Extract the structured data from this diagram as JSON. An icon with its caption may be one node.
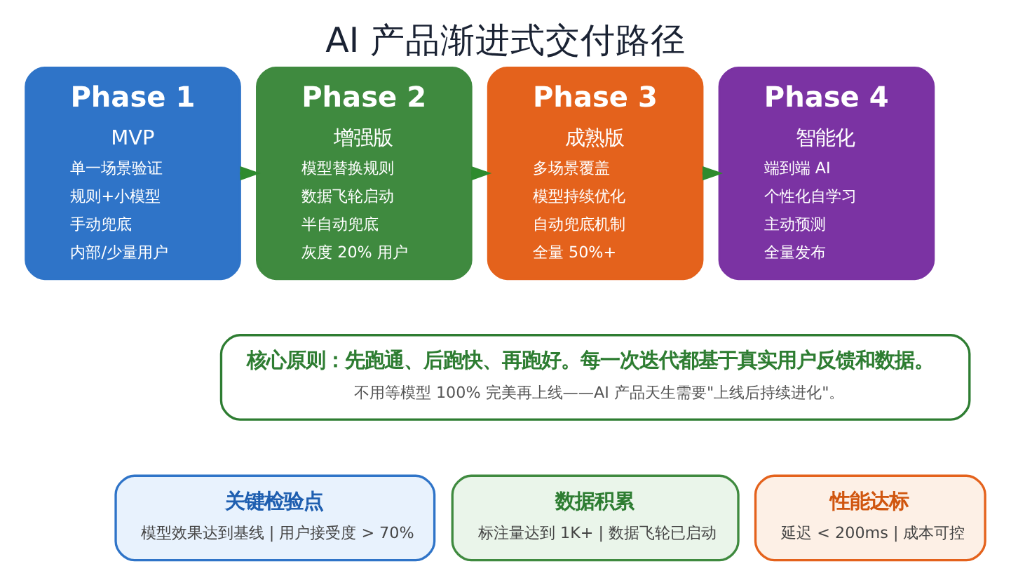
{
  "diagram": {
    "title": "AI 产品渐进式交付路径",
    "nodes": [
      {
        "text": [
          "Phase 1",
          "MVP",
          "单一场景验证",
          "规则+小模型",
          "手动兜底",
          "内部/少量用户"
        ]
      },
      {
        "text": [
          "Phase 2",
          "增强版",
          "模型替换规则",
          "数据飞轮启动",
          "半自动兜底",
          "灰度 20% 用户"
        ]
      },
      {
        "text": [
          "Phase 3",
          "成熟版",
          "多场景覆盖",
          "模型持续优化",
          "自动兜底机制",
          "全量 50%+"
        ]
      },
      {
        "text": [
          "Phase 4",
          "智能化",
          "端到端 AI",
          "个性化自学习",
          "主动预测",
          "全量发布"
        ]
      },
      {
        "text": [
          "核心原则：先跑通、后跑快、再跑好。每一次迭代都基于真实用户反馈和数据。",
          "不用等模型 100% 完美再上线——AI 产品天生需要\"上线后持续进化\"。"
        ]
      },
      {
        "text": [
          "关键检验点",
          "模型效果达到基线 | 用户接受度 > 70%"
        ]
      },
      {
        "text": [
          "数据积累",
          "标注量达到 1K+ | 数据飞轮已启动"
        ]
      },
      {
        "text": [
          "性能达标",
          "延迟 < 200ms | 成本可控"
        ]
      }
    ],
    "edges": [
      {
        "from": 0,
        "to": 1,
        "arrow": "to"
      },
      {
        "from": 1,
        "to": 2,
        "arrow": "to"
      },
      {
        "from": 2,
        "to": 3,
        "arrow": "to"
      }
    ]
  }
}
